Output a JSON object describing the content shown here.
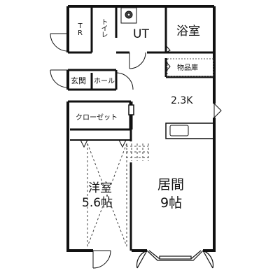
{
  "rooms": {
    "tr": "TR",
    "toilet": "トイレ",
    "ut": "UT",
    "bathroom": "浴室",
    "storage": "物品庫",
    "entrance": "玄関",
    "hall": "ホール",
    "kitchen": "2.3K",
    "closet": "クローゼット",
    "western_room_name": "洋室",
    "western_room_size": "5.6帖",
    "living_room_name": "居間",
    "living_room_size": "9帖"
  }
}
